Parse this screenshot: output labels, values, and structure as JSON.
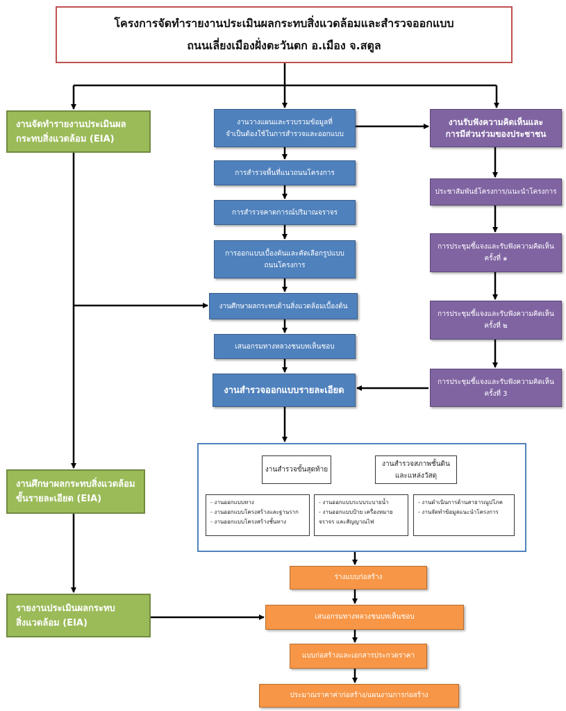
{
  "title": {
    "line1": "โครงการจัดทำรายงานประเมินผลกระทบสิ่งแวดล้อมและสำรวจออกแบบ",
    "line2": "ถนนเลี่ยงเมืองฝั่งตะวันตก อ.เมือง จ.สตูล"
  },
  "center_steps": {
    "planning": "งานวางแผนและรวบรวมข้อมูลที่\nจำเป็นต้องใช้ในการสำรวจและออกแบบ",
    "alignment_survey": "การสำรวจพื้นที่แนวถนนโครงการ",
    "traffic_survey": "การสำรวจคาดการณ์ปริมาณจราจร",
    "preliminary_design": "การออกแบบเบื้องต้นและคัดเลือกรูปแบบ\nถนนโครงการ",
    "preliminary_env_study": "งานศึกษาผลกระทบด้านสิ่งแวดล้อมเบื้องต้น",
    "submit_doh_1": "เสนอกรมทางหลวงชนบทเห็นชอบ",
    "detailed_design_survey": "งานสำรวจออกแบบรายละเอียด"
  },
  "detail_panel": {
    "final_survey": "งานสำรวจขั้นสุดท้าย",
    "soil_survey": "งานสำรวจสภาพชั้นดิน\nและแหล่งวัสดุ",
    "list_a": [
      "- งานออกแบบทาง",
      "- งานออกแบบโครงสร้างและฐานราก",
      "- งานออกแบบโครงสร้างชั้นทาง"
    ],
    "list_b": [
      "- งานออกแบบระบบระบายน้ำ",
      "- งานออกแบบป้าย เครื่องหมาย",
      "  จราจร และสัญญาณไฟ"
    ],
    "list_c": [
      "- งานดำเนินการด้านสาธารณูปโภค",
      "- งานจัดทำข้อมูลแนะนำโครงการ"
    ]
  },
  "orange_steps": {
    "draft_design": "ร่างแบบก่อสร้าง",
    "submit_doh_2": "เสนอกรมทางหลวงชนบทเห็นชอบ",
    "construction_docs": "แบบก่อสร้างและเอกสารประกวดราคา",
    "cost_estimate": "ประมาณราคาค่าก่อสร้าง/แผนงานการก่อสร้าง"
  },
  "eia_steps": {
    "eia_prep": "งานจัดทำรายงานประเมินผล\nกระทบสิ่งแวดล้อม (EIA)",
    "eia_detailed": "งานศึกษาผลกระทบสิ่งแวดล้อม\nขั้นรายละเอียด (EIA)",
    "eia_report": "รายงานประเมินผลกระทบ\nสิ่งแวดล้อม (EIA)"
  },
  "participation_steps": {
    "public_hearing": "งานรับฟังความคิดเห็นและ\nการมีส่วนร่วมของประชาชน",
    "pr": "ประชาสัมพันธ์โครงการ/แนะนำโครงการ",
    "meeting_1": "การประชุมชี้แจงและรับฟังความคิดเห็น\nครั้งที่ ๑",
    "meeting_2": "การประชุมชี้แจงและรับฟังความคิดเห็น\nครั้งที่ ๒",
    "meeting_3": "การประชุมชี้แจงและรับฟังความคิดเห็น\nครั้งที่ 3"
  },
  "colors": {
    "title_border": "#c0504d",
    "blue": "#4f81bd",
    "green": "#9bbb59",
    "purple": "#8064a2",
    "orange": "#f79646",
    "connector": "#000000"
  }
}
